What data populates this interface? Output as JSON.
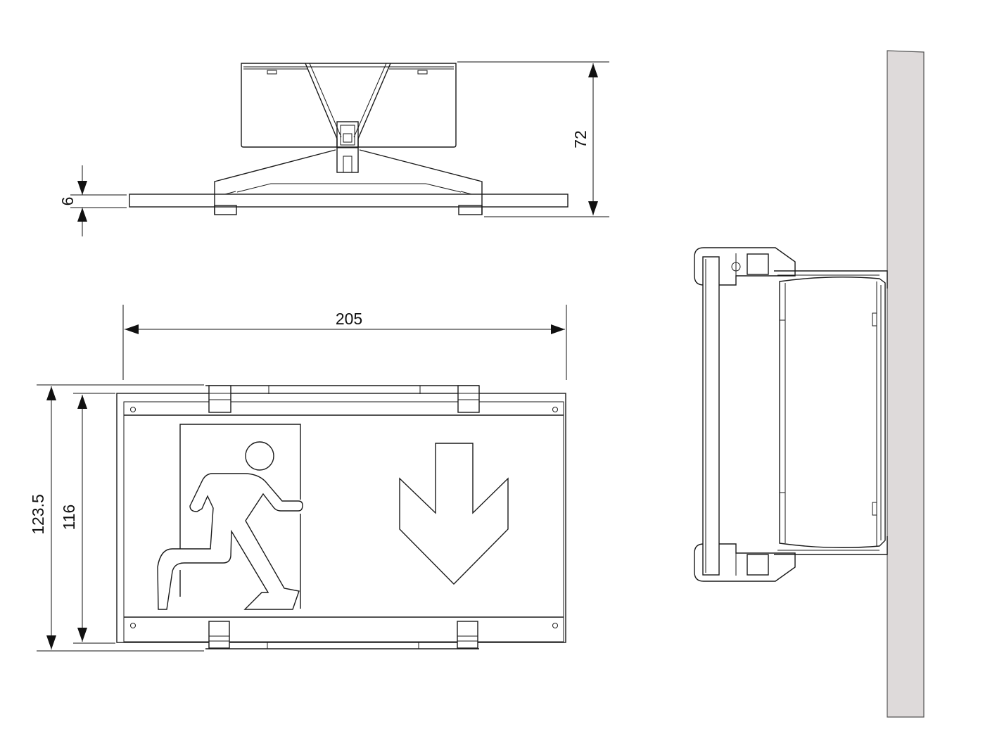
{
  "dimensions": {
    "depth": "72",
    "panel_thickness": "6",
    "width": "205",
    "overall_height": "123.5",
    "panel_height": "116"
  },
  "colors": {
    "line": "#1a1a1a",
    "wall_fill": "#dedada",
    "background": "#ffffff"
  },
  "symbols": {
    "front_pictogram": "running-man-icon",
    "direction": "arrow-down-icon"
  }
}
